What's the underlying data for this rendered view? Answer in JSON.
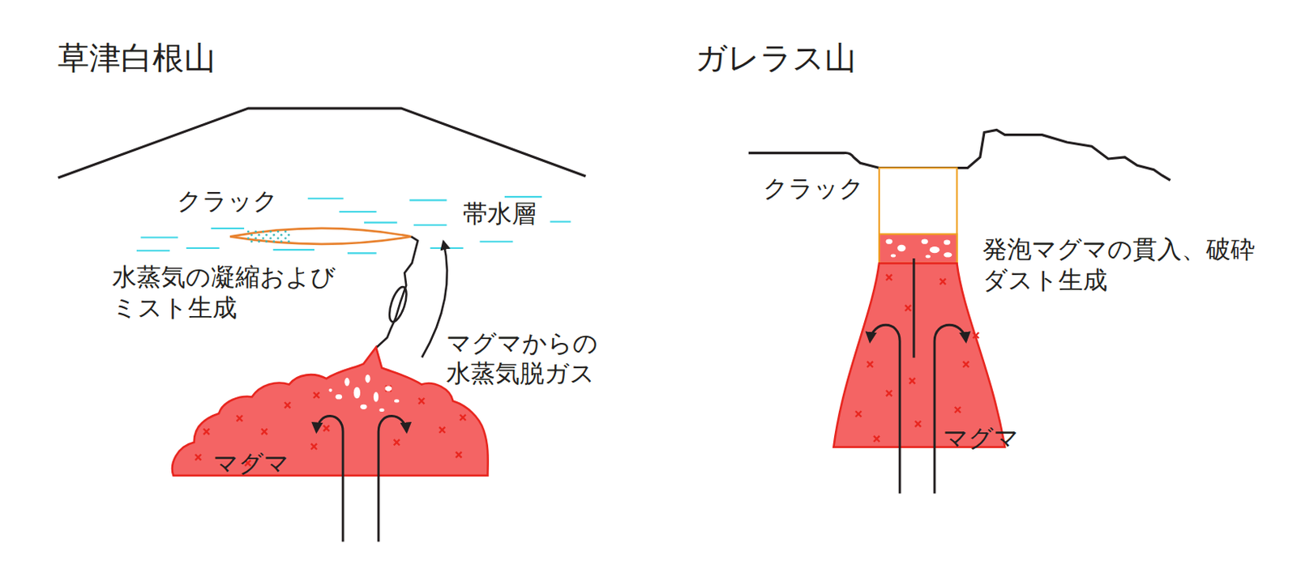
{
  "diagram": {
    "nodes": [
      {
        "text": [
          "マグマ"
        ]
      },
      {
        "text": [
          "マグマ"
        ]
      }
    ],
    "labels": [
      "草津白根山",
      "ガレラス山",
      "クラック",
      "帯水層",
      "水蒸気の凝縮および ミスト生成",
      "マグマからの 水蒸気脱ガス",
      "クラック",
      "発泡マグマの貫入、破砕 ダスト生成"
    ]
  }
}
